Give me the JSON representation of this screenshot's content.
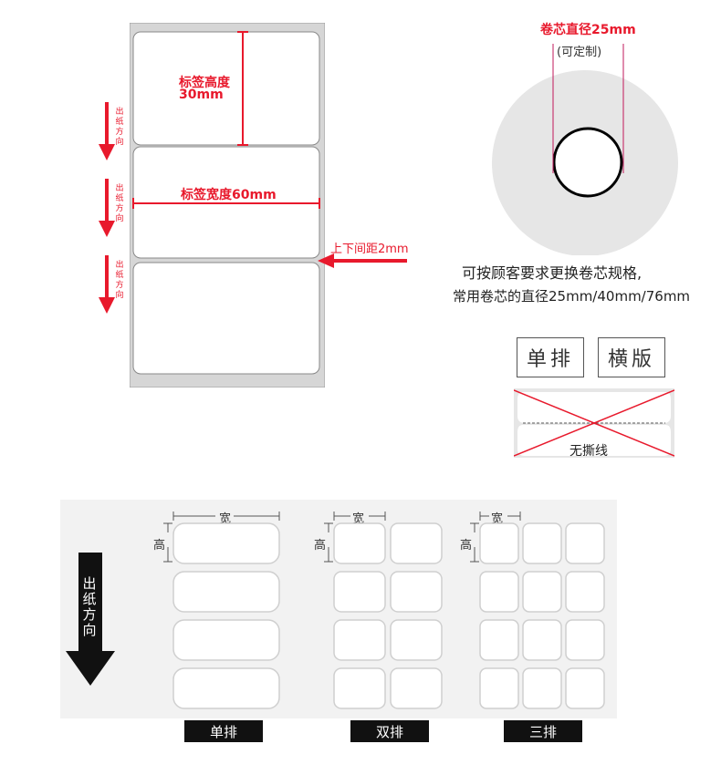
{
  "top_diagram": {
    "height_label": "标签高度",
    "height_value": "30mm",
    "width_label": "标签宽度60mm",
    "gap_label": "上下间距2mm",
    "feed_direction": [
      "出纸方向",
      "出纸方向",
      "出纸方向"
    ]
  },
  "core": {
    "title": "卷芯直径25mm",
    "subtitle": "(可定制)",
    "note_line1": "可按顾客要求更换卷芯规格,",
    "note_line2": "常用卷芯的直径25mm/40mm/76mm"
  },
  "layout_tags": {
    "single": "单排",
    "horizontal": "横版",
    "no_tear": "无撕线"
  },
  "bottom": {
    "direction": "出纸方向",
    "width_label": "宽",
    "height_label": "高",
    "columns": [
      {
        "caption": "单排"
      },
      {
        "caption": "双排"
      },
      {
        "caption": "三排"
      }
    ]
  },
  "colors": {
    "accent": "#e8192c",
    "label_fill": "#ffffff",
    "sheet_gray": "#d4d4d4"
  }
}
